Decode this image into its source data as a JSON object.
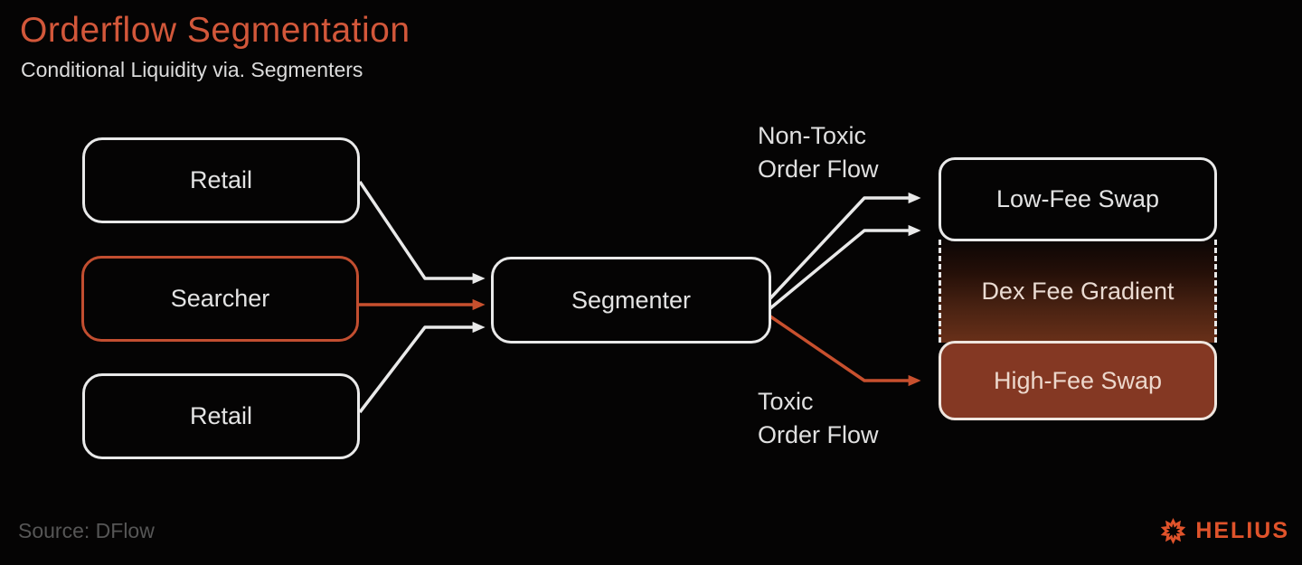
{
  "header": {
    "title": "Orderflow Segmentation",
    "subtitle": "Conditional Liquidity via. Segmenters"
  },
  "diagram": {
    "inputs": [
      {
        "label": "Retail"
      },
      {
        "label": "Searcher"
      },
      {
        "label": "Retail"
      }
    ],
    "segmenter_label": "Segmenter",
    "non_toxic_label": {
      "line1": "Non-Toxic",
      "line2": "Order Flow"
    },
    "toxic_label": {
      "line1": "Toxic",
      "line2": "Order Flow"
    },
    "outputs": {
      "low_fee": "Low-Fee Swap",
      "gradient": "Dex Fee Gradient",
      "high_fee": "High-Fee Swap"
    }
  },
  "footer": {
    "source": "Source: DFlow",
    "brand": "HELIUS"
  },
  "colors": {
    "title_orange": "#D2573A",
    "flow_orange": "#C8502E",
    "searcher_border": "#C24E30",
    "high_fee_fill": "#843823",
    "box_border": "#E9E9E9",
    "brand_orange": "#E0532B",
    "background": "#050404"
  }
}
